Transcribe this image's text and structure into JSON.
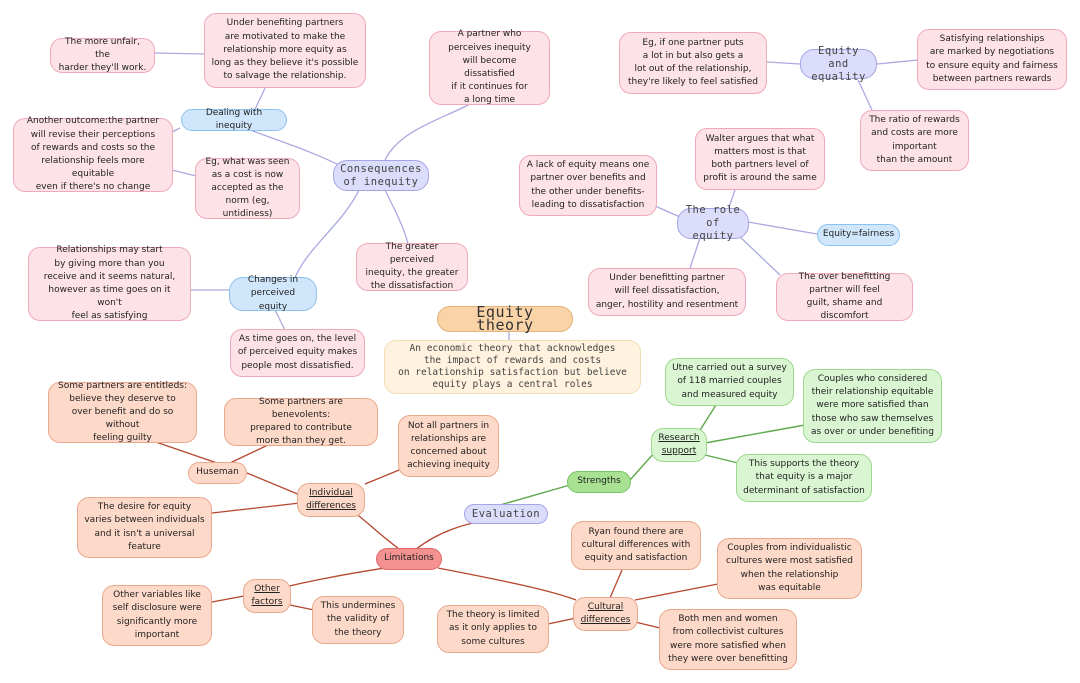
{
  "central": {
    "title": "Equity theory",
    "description": "An economic theory that acknowledges\nthe impact of rewards and costs\non relationship satisfaction but believe\nequity plays a central roles"
  },
  "consequences": {
    "label": "Consequences\nof inequity",
    "long_time": "A partner who\nperceives inequity\nwill become dissatisfied\nif it continues for\na long time",
    "greater": "The greater perceived\ninequity, the greater\nthe dissatisfaction",
    "dealing": {
      "label": "Dealing with inequity",
      "motivated": "Under benefiting partners\nare motivated to make the\nrelationship more equity as\nlong as they believe it's possible\nto salvage the relationship.",
      "harder": "The more unfair, the\nharder they'll work.",
      "another": "Another outcome:the partner\nwill revise their perceptions\nof rewards and costs so the\nrelationship feels more equitable\neven if there's no change",
      "example": "Eg, what was seen\nas a cost is now\naccepted as the\nnorm (eg, untidiness)"
    },
    "changes": {
      "label": "Changes in\nperceived equity",
      "start": "Relationships may start\nby giving more than you\nreceive and it seems natural,\nhowever as time goes on it won't\nfeel as satisfying",
      "time": "As time goes on, the level\nof perceived equity makes\npeople most dissatisfied."
    }
  },
  "equality": {
    "label": "Equity and\nequality",
    "example": "Eg, if one partner puts\na lot in but also gets a\nlot out of the relationship,\nthey're likely to feel satisfied",
    "satisfying": "Satisfying relationships\nare marked by negotiations\nto ensure equity and fairness\nbetween partners rewards",
    "ratio": "The ratio of rewards\nand costs are more\nimportant\nthan the amount"
  },
  "role": {
    "label": "The role\nof equity",
    "walter": "Walter argues that what\nmatters most is that\nboth partners level of\nprofit is around the same",
    "lack": "A lack of equity means one\npartner over benefits and\nthe other under benefits-\nleading to dissatisfaction",
    "fairness": "Equity=fairness",
    "under": "Under benefitting partner\nwill feel dissatisfaction,\nanger, hostility and resentment",
    "over": "The over benefitting\npartner will feel\nguilt, shame and discomfort"
  },
  "evaluation": {
    "label": "Evaluation",
    "strengths": {
      "label": "Strengths",
      "research": {
        "label": "Research\nsupport",
        "utne": "Utne carried out a survey\nof 118 married couples\nand measured equity",
        "couples": "Couples who considered\ntheir relationship equitable\nwere more satisfied than\nthose who saw themselves\nas over or under benefiting",
        "supports": "This supports the theory\nthat equity is a major\ndeterminant of satisfaction"
      }
    },
    "limitations": {
      "label": "Limitations",
      "individual": {
        "label": "Individual\ndifferences",
        "not_all": "Not all partners in\nrelationships are\nconcerned about\nachieving inequity",
        "desire": "The desire for equity\nvaries between individuals\nand it isn't a universal\nfeature",
        "huseman": {
          "label": "Huseman",
          "entitleds": "Some partners are entitleds:\nbelieve they deserve to\nover benefit and do so without\nfeeling guilty",
          "benevolents": "Some partners are benevolents:\nprepared to contribute\nmore than they get."
        }
      },
      "other": {
        "label": "Other\nfactors",
        "variables": "Other variables like\nself disclosure were\nsignificantly more\nimportant",
        "undermines": "This undermines\nthe validity of\nthe theory"
      },
      "cultural": {
        "label": "Cultural\ndifferences",
        "ryan": "Ryan found there are\ncultural differences with\nequity and satisfaction",
        "individualistic": "Couples from individualistic\ncultures were most satisfied\nwhen the relationship\nwas equitable",
        "collectivist": "Both men and women\nfrom collectivist cultures\nwere more satisfied when\nthey were over benefitting",
        "limited": "The theory is limited\nas it only applies to\nsome cultures"
      }
    }
  },
  "colors": {
    "line_blue": "#a9a9e0",
    "line_green": "#5fa84a",
    "line_red": "#b5462e"
  }
}
